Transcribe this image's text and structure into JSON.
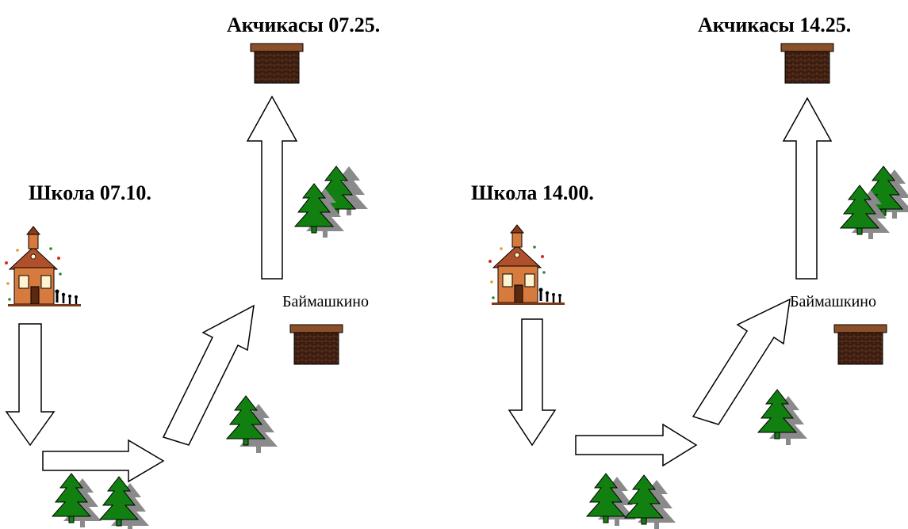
{
  "panels": [
    {
      "school_label": "Школа 07.10.",
      "destination_label": "Акчикасы 07.25.",
      "village_label": "Баймашкино"
    },
    {
      "school_label": "Школа 14.00.",
      "destination_label": "Акчикасы 14.25.",
      "village_label": "Баймашкино"
    }
  ],
  "colors": {
    "tree": "#118011",
    "tree_shadow": "#808080",
    "bus_stop_roof": "#8b4f2a",
    "bus_stop_wall": "#3a1d10",
    "school_wall": "#d77a3d",
    "arrow_fill": "#ffffff",
    "arrow_stroke": "#000000"
  },
  "icons": [
    "school-icon",
    "bus-stop-icon",
    "fir-tree-icon",
    "route-arrow"
  ]
}
